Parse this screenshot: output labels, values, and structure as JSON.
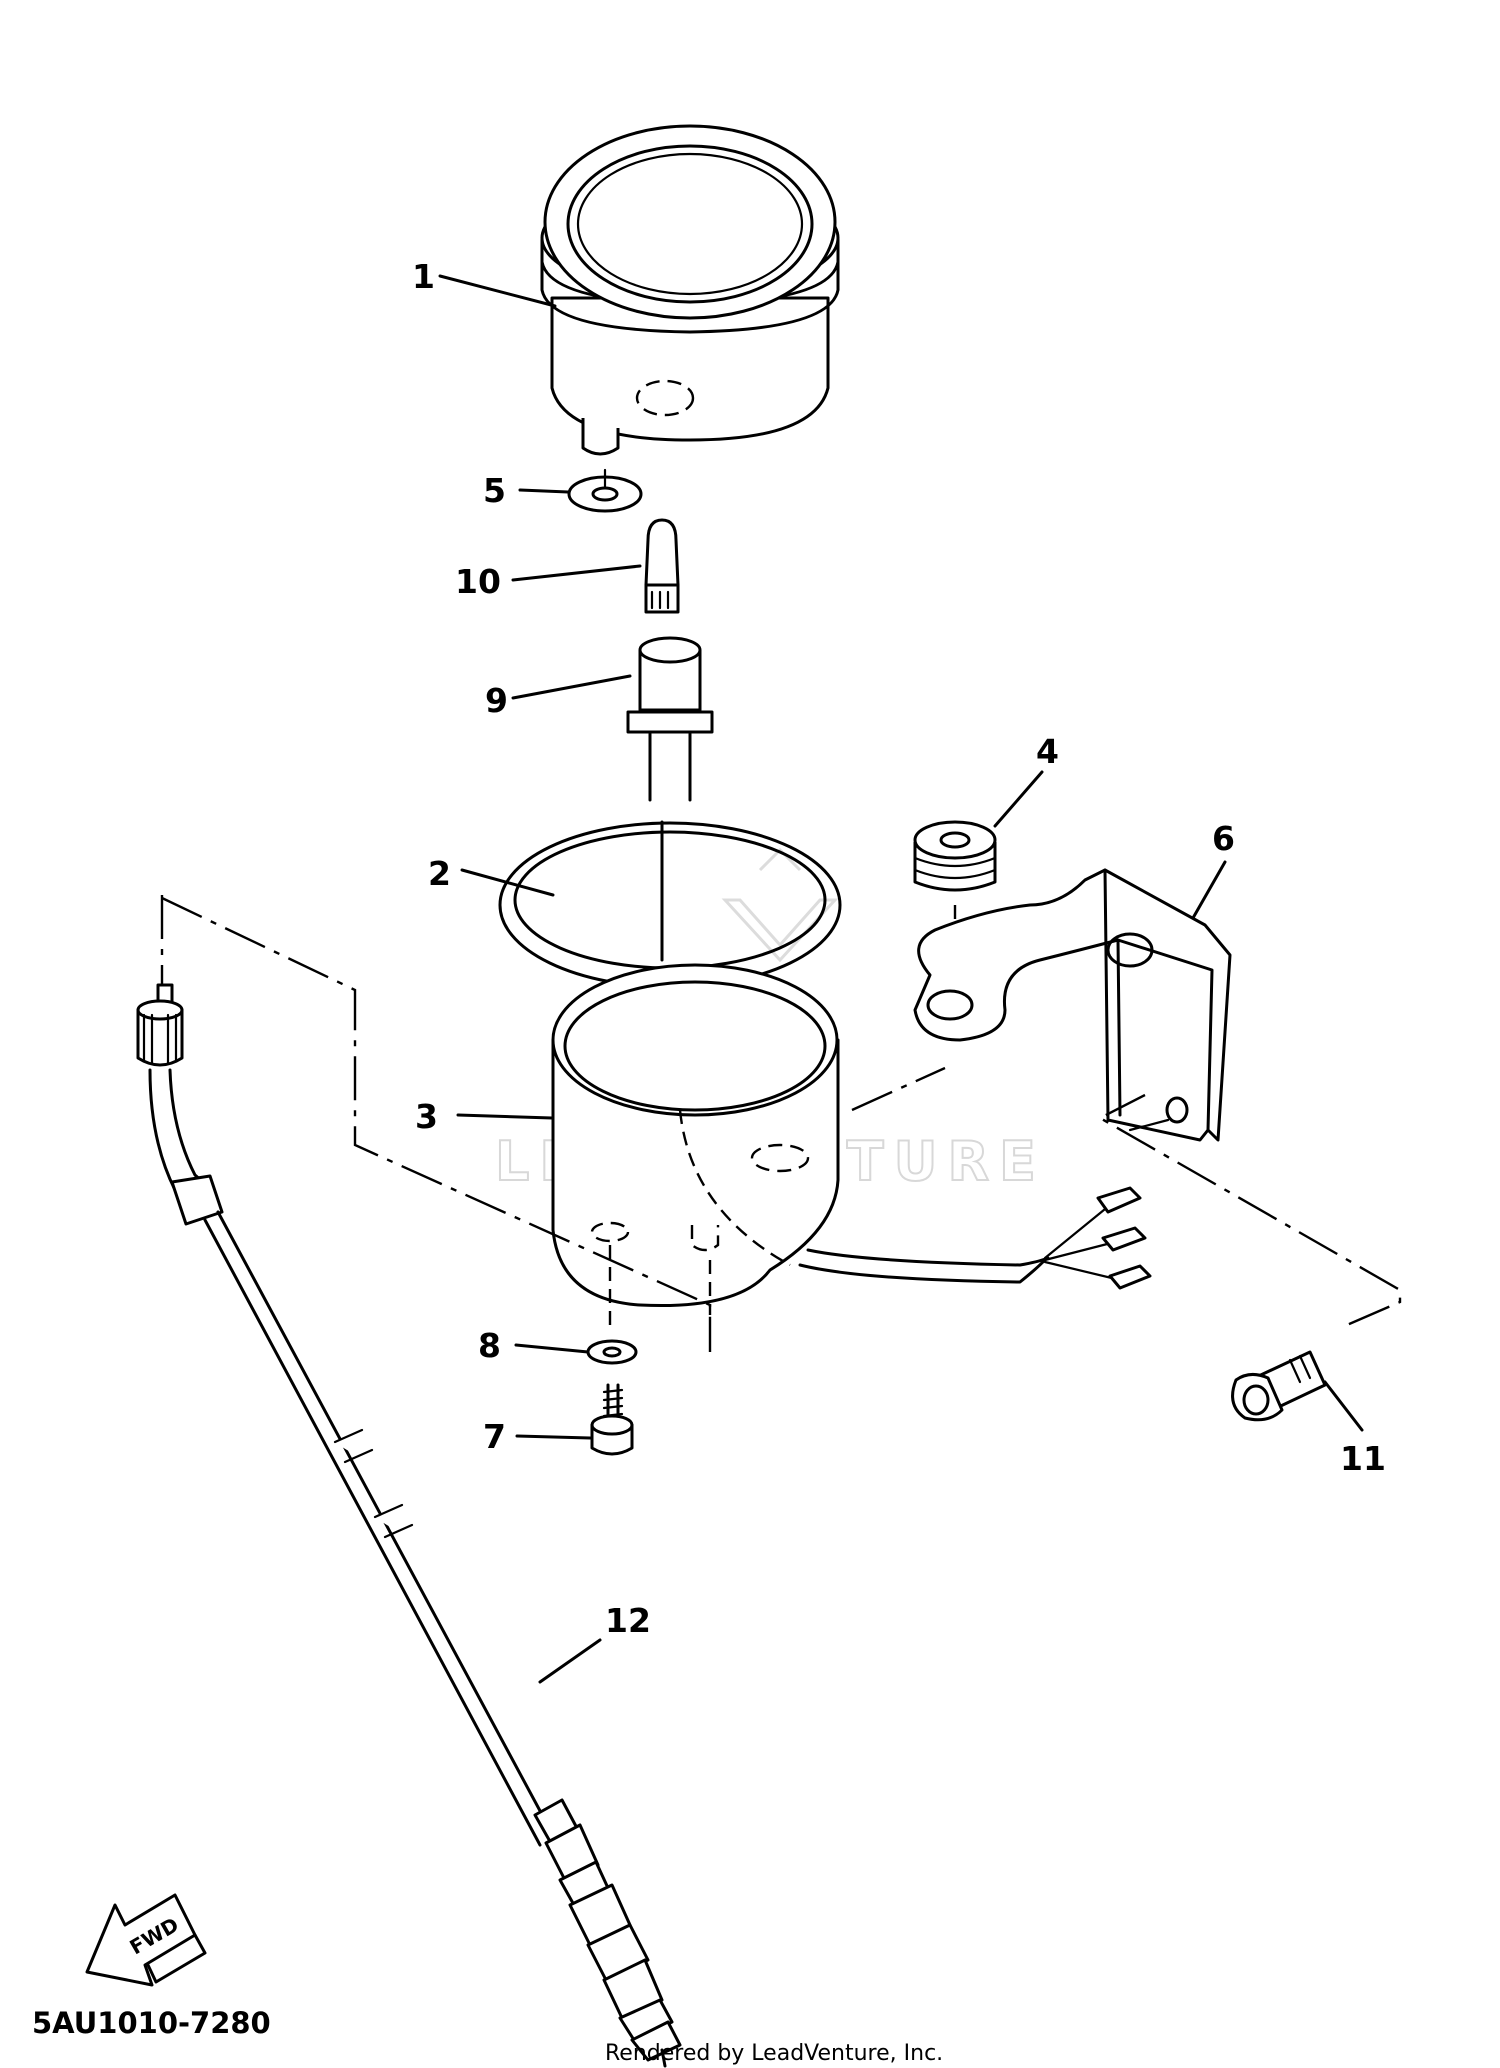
{
  "diagram": {
    "part_labels": [
      {
        "id": "1",
        "text": "1"
      },
      {
        "id": "2",
        "text": "2"
      },
      {
        "id": "3",
        "text": "3"
      },
      {
        "id": "4",
        "text": "4"
      },
      {
        "id": "5",
        "text": "5"
      },
      {
        "id": "6",
        "text": "6"
      },
      {
        "id": "7",
        "text": "7"
      },
      {
        "id": "8",
        "text": "8"
      },
      {
        "id": "9",
        "text": "9"
      },
      {
        "id": "10",
        "text": "10"
      },
      {
        "id": "11",
        "text": "11"
      },
      {
        "id": "12",
        "text": "12"
      }
    ],
    "direction_arrow_text": "FWD",
    "diagram_code": "5AU1010-7280",
    "watermark_text": "LEADVENTURE",
    "credit": "Rendered by LeadVenture, Inc."
  }
}
